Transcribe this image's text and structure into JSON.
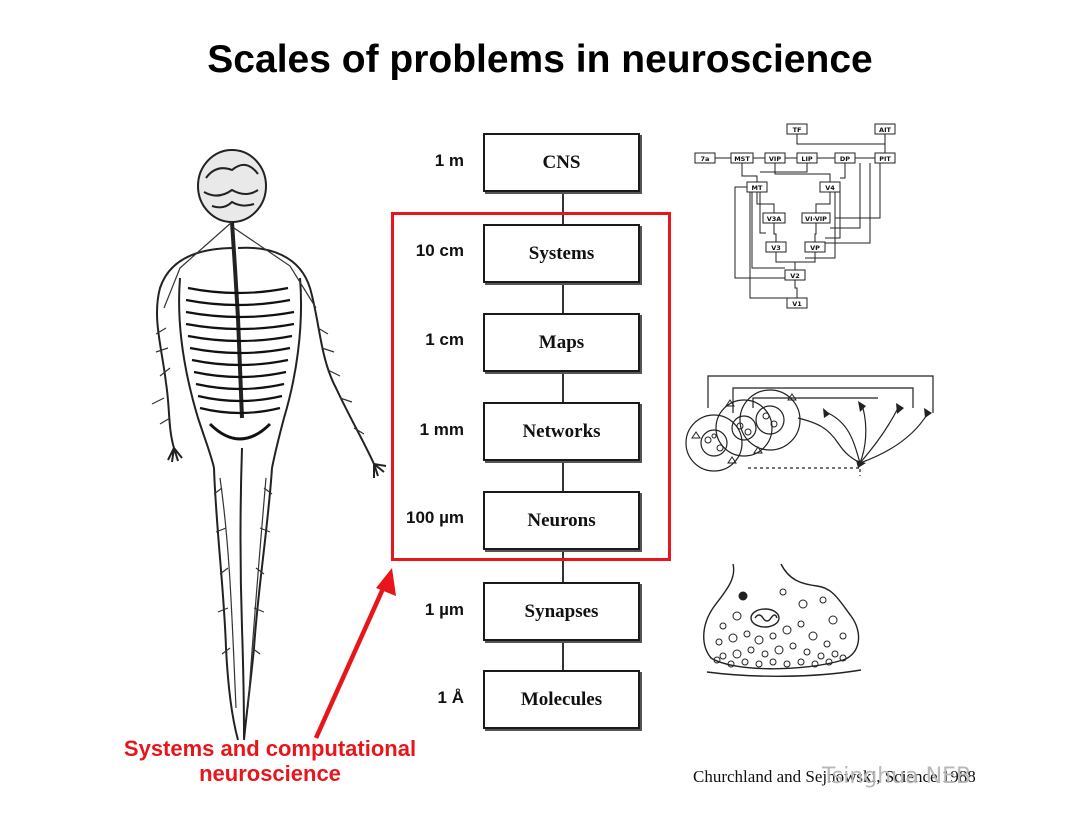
{
  "title": "Scales of problems in neuroscience",
  "levels": [
    {
      "scale": "1 m",
      "name": "CNS"
    },
    {
      "scale": "10 cm",
      "name": "Systems"
    },
    {
      "scale": "1 cm",
      "name": "Maps"
    },
    {
      "scale": "1 mm",
      "name": "Networks"
    },
    {
      "scale": "100 µm",
      "name": "Neurons"
    },
    {
      "scale": "1 µm",
      "name": "Synapses"
    },
    {
      "scale": "1 Å",
      "name": "Molecules"
    }
  ],
  "highlight": {
    "caption_line1": "Systems and computational",
    "caption_line2": "neuroscience",
    "color": "#e8161b"
  },
  "citation": "Churchland and Sejnowski, Science 1988",
  "watermark": "Tsinghua NEB",
  "systems_diagram_labels": [
    "TF",
    "AIT",
    "7a",
    "MST",
    "VIP",
    "LIP",
    "DP",
    "PIT",
    "MT",
    "V4",
    "V3A",
    "VI-VIP",
    "V3",
    "VP",
    "V2",
    "V1"
  ],
  "colors": {
    "accent": "#e8161b",
    "box_border": "#1a1a1a"
  }
}
